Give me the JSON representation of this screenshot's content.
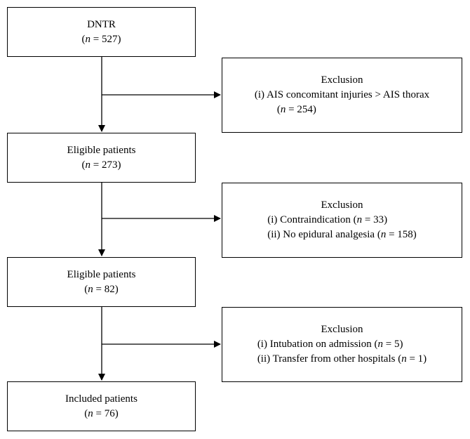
{
  "boxes": {
    "dntr": {
      "title": "DNTR",
      "n": "527"
    },
    "exclusion1": {
      "title": "Exclusion",
      "items": [
        {
          "label": "(i) AIS concomitant injuries > AIS thorax",
          "n": "254"
        }
      ]
    },
    "eligible1": {
      "title": "Eligible patients",
      "n": "273"
    },
    "exclusion2": {
      "title": "Exclusion",
      "items": [
        {
          "prefix": "(i) Contraindication",
          "n": "33"
        },
        {
          "prefix": "(ii) No epidural analgesia",
          "n": "158"
        }
      ]
    },
    "eligible2": {
      "title": "Eligible patients",
      "n": "82"
    },
    "exclusion3": {
      "title": "Exclusion",
      "items": [
        {
          "prefix": "(i) Intubation on admission",
          "n": "5"
        },
        {
          "prefix": "(ii) Transfer from other hospitals",
          "n": "1"
        }
      ]
    },
    "included": {
      "title": "Included patients",
      "n": "76"
    }
  },
  "labels": {
    "n_symbol": "n",
    "equals": " = "
  }
}
